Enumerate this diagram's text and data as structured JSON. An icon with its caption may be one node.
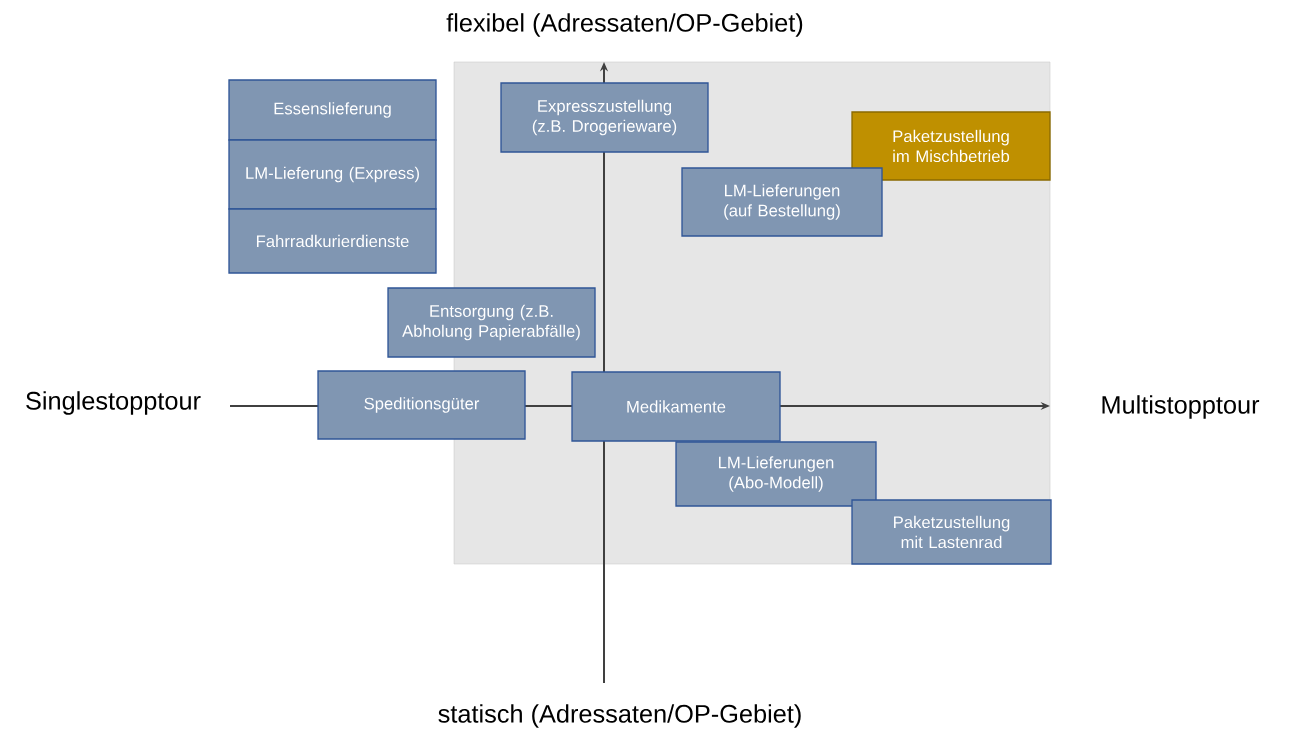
{
  "diagram": {
    "nodes": [
      {
        "text": [
          "Expresszustellung (z.B. Drogerieware)"
        ]
      },
      {
        "text": [
          "Essenslieferung"
        ]
      },
      {
        "text": [
          "LM-Lieferung (Express)"
        ]
      },
      {
        "text": [
          "Fahrradkurierdienste"
        ]
      },
      {
        "text": [
          "Paketzustellung im Mischbetrieb"
        ]
      },
      {
        "text": [
          "LM-Lieferungen (auf Bestellung)"
        ]
      },
      {
        "text": [
          "Entsorgung (z.B. Abholung Papierabfälle)"
        ]
      },
      {
        "text": [
          "Speditionsgüter"
        ]
      },
      {
        "text": [
          "Medikamente"
        ]
      },
      {
        "text": [
          "LM-Lieferungen (Abo-Modell)"
        ]
      },
      {
        "text": [
          "Paketzustellung mit Lastenrad"
        ]
      }
    ],
    "labels": [
      "flexibel (Adressaten/OP-Gebiet)",
      "Singlestopptour",
      "Multistopptour",
      "statisch (Adressaten/OP-Gebiet)"
    ]
  }
}
